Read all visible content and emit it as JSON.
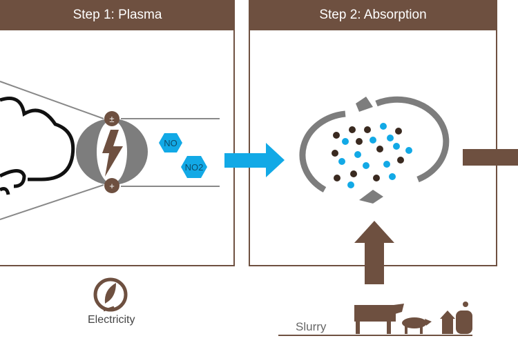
{
  "steps": [
    {
      "title": "Step 1: Plasma"
    },
    {
      "title": "Step 2: Absorption"
    }
  ],
  "molecules": [
    "NO",
    "NO2"
  ],
  "labels": {
    "electricity": "Electricity",
    "slurry": "Slurry"
  },
  "colors": {
    "brown": "#6e5040",
    "blue": "#12a9e6",
    "gray": "#7d7d7d",
    "dark_dot": "#3a2a20"
  }
}
